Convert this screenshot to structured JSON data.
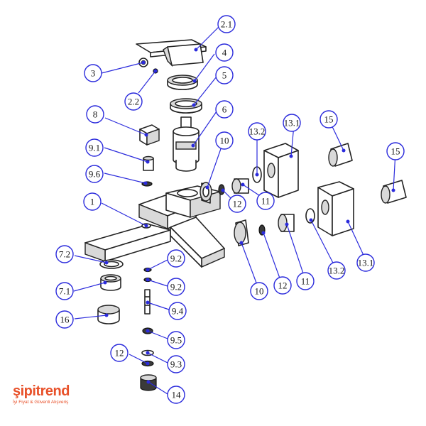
{
  "callouts": {
    "c_2_1": "2.1",
    "c_3": "3",
    "c_2_2": "2.2",
    "c_4": "4",
    "c_5": "5",
    "c_6": "6",
    "c_8": "8",
    "c_9_1": "9.1",
    "c_9_6": "9.6",
    "c_1": "1",
    "c_7_2": "7.2",
    "c_7_1": "7.1",
    "c_16": "16",
    "c_9_2a": "9.2",
    "c_9_2b": "9.2",
    "c_9_4": "9.4",
    "c_9_5": "9.5",
    "c_9_3": "9.3",
    "c_12a": "12",
    "c_14": "14",
    "c_10a": "10",
    "c_13_2a": "13.2",
    "c_13_1a": "13.1",
    "c_15a": "15",
    "c_15b": "15",
    "c_12b": "12",
    "c_11a": "11",
    "c_10b": "10",
    "c_12c": "12",
    "c_11b": "11",
    "c_13_2b": "13.2",
    "c_13_1b": "13.1"
  },
  "logo": {
    "brand": "şipitrend",
    "tagline": "İyi Fiyat & Güvenli Alışveriş",
    "brand_color": "#e8512a"
  },
  "colors": {
    "callout_outline": "#2b2bdc",
    "line_art": "#222222"
  }
}
